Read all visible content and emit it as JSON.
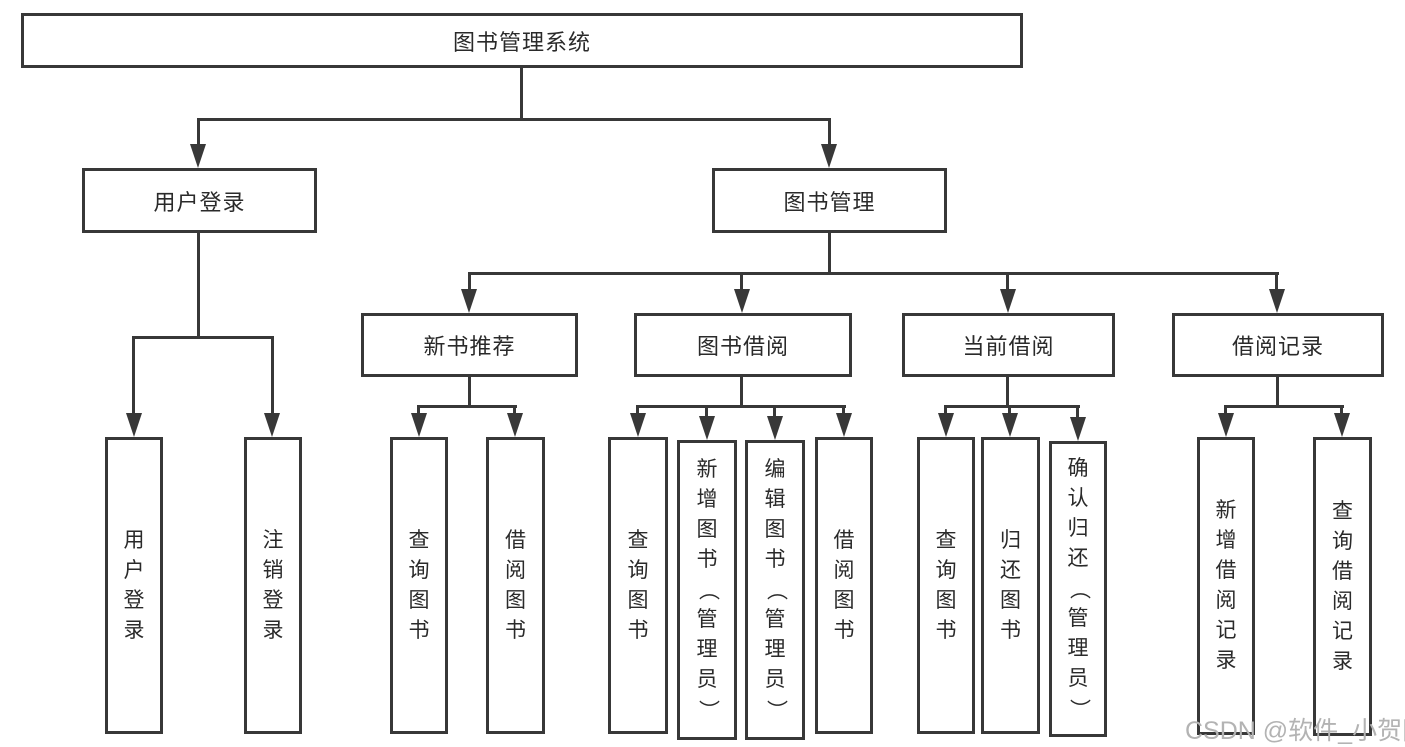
{
  "diagram": {
    "root": {
      "label": "图书管理系统"
    },
    "branches": [
      {
        "label": "用户登录",
        "children": [
          {
            "label": "用户登录"
          },
          {
            "label": "注销登录"
          }
        ]
      },
      {
        "label": "图书管理",
        "children": [
          {
            "label": "新书推荐",
            "children": [
              {
                "label": "查询图书"
              },
              {
                "label": "借阅图书"
              }
            ]
          },
          {
            "label": "图书借阅",
            "children": [
              {
                "label": "查询图书"
              },
              {
                "label": "新增图书（管理员）"
              },
              {
                "label": "编辑图书（管理员）"
              },
              {
                "label": "借阅图书"
              }
            ]
          },
          {
            "label": "当前借阅",
            "children": [
              {
                "label": "查询图书"
              },
              {
                "label": "归还图书"
              },
              {
                "label": "确认归还（管理员）"
              }
            ]
          },
          {
            "label": "借阅记录",
            "children": [
              {
                "label": "新增借阅记录"
              },
              {
                "label": "查询借阅记录"
              }
            ]
          }
        ]
      }
    ]
  },
  "watermark": {
    "text": "CSDN @软件_小贺同学"
  },
  "colors": {
    "line": "#383838",
    "text": "#2a2a2a",
    "watermark": "#b3b3b3",
    "background": "#ffffff"
  }
}
